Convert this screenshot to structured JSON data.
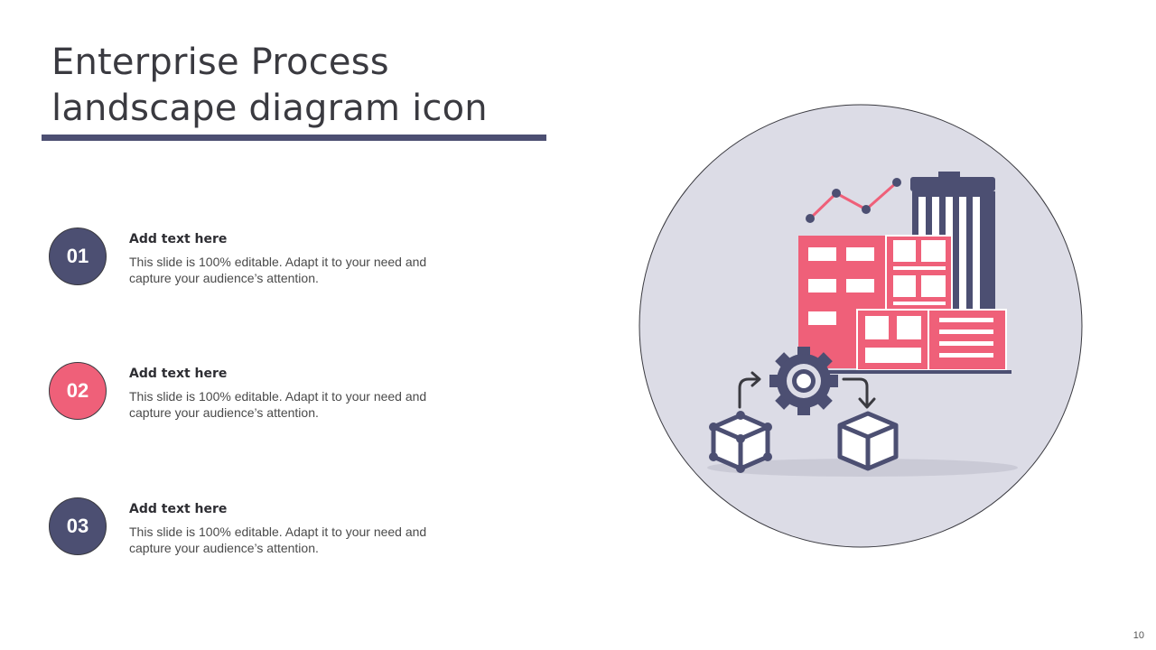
{
  "slide": {
    "title": "Enterprise Process\nlandscape diagram icon",
    "page_number": "10"
  },
  "items": [
    {
      "number": "01",
      "heading": "Add text here",
      "body": "This slide is 100% editable. Adapt it to your need and capture your audience’s attention.",
      "color": "#4c4f72"
    },
    {
      "number": "02",
      "heading": "Add text here",
      "body": "This slide is 100% editable. Adapt it to your need and capture your audience’s attention.",
      "color": "#ef6079"
    },
    {
      "number": "03",
      "heading": "Add text here",
      "body": "This slide is 100% editable. Adapt it to your need and capture your audience’s attention.",
      "color": "#4c4f72"
    }
  ],
  "colors": {
    "navy": "#4c4f72",
    "pink": "#ef6079",
    "circle_bg": "#dcdce6"
  },
  "illustration": {
    "icons": [
      "line-chart-icon",
      "office-building-icon",
      "gear-icon",
      "cube-icon",
      "arrow-icon"
    ]
  }
}
